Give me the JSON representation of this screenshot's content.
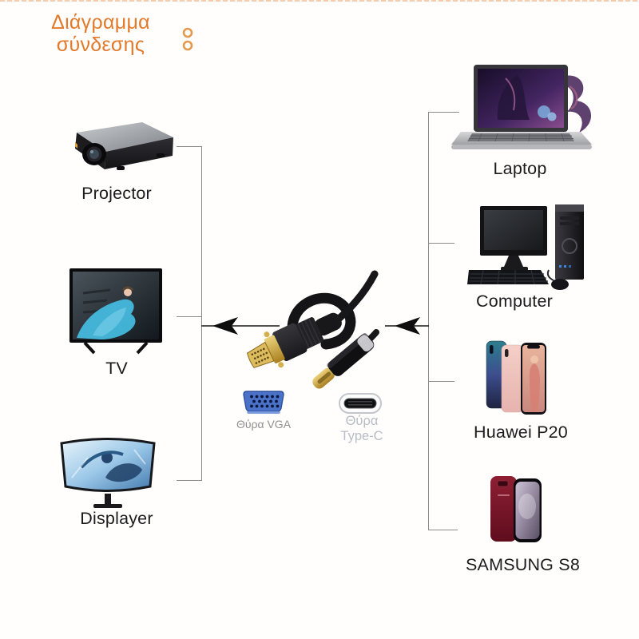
{
  "header": {
    "title_line1": "Διάγραμμα",
    "title_line2": "σύνδεσης"
  },
  "left_devices": [
    {
      "id": "projector",
      "label": "Projector"
    },
    {
      "id": "tv",
      "label": "TV"
    },
    {
      "id": "displayer",
      "label": "Displayer"
    }
  ],
  "right_devices": [
    {
      "id": "laptop",
      "label": "Laptop"
    },
    {
      "id": "computer",
      "label": "Computer"
    },
    {
      "id": "huawei-p20",
      "label": "Huawei P20"
    },
    {
      "id": "samsung-s8",
      "label": "SAMSUNG S8"
    }
  ],
  "ports": {
    "vga": {
      "label": "Θύρα VGA"
    },
    "typec": {
      "label_line1": "Θύρα",
      "label_line2": "Type-C"
    }
  },
  "colors": {
    "accent_orange": "#E2792B",
    "vga_port_blue": "#4A72C8",
    "connector_line_gray": "#8A8A8A",
    "label_black": "#1C1C1E"
  }
}
